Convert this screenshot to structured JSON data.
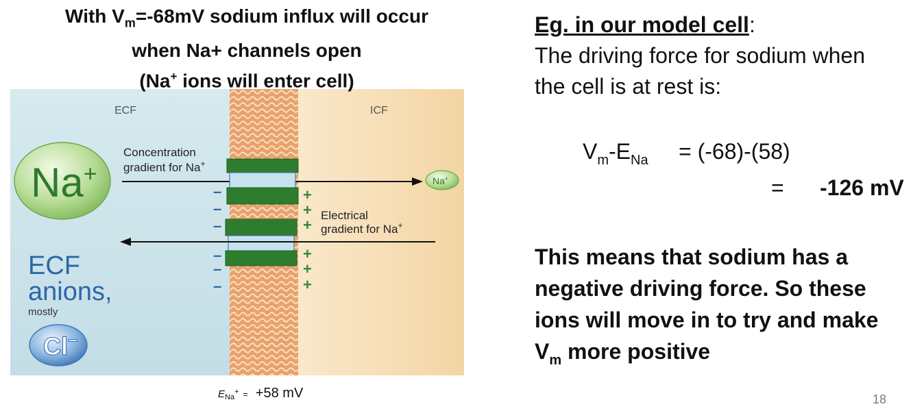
{
  "heading": {
    "line1_pre": "With V",
    "line1_sub": "m",
    "line1_post": "=-68mV sodium influx will occur",
    "line2": "when Na+ channels open",
    "line3_pre": "(Na",
    "line3_sup": "+",
    "line3_post": " ions will enter cell)"
  },
  "diagram": {
    "ecf_label": "ECF",
    "icf_label": "ICF",
    "na_big": "Na",
    "na_big_charge": "+",
    "na_small": "Na",
    "na_small_charge": "+",
    "conc_label_1": "Concentration",
    "conc_label_2": "gradient for Na",
    "conc_label_charge": "+",
    "elec_label_1": "Electrical",
    "elec_label_2": "gradient for Na",
    "elec_label_charge": "+",
    "anion_line1": "ECF",
    "anion_line2": "anions,",
    "anion_line3": "mostly",
    "cl_label": "Cl",
    "cl_charge": "–",
    "minus_sign": "–",
    "plus_sign": "+"
  },
  "footer": {
    "e_symbol": "E",
    "e_sub": "Na",
    "e_sup": "+",
    "e_equals": "=",
    "e_value": "+58 mV",
    "page_number": "18"
  },
  "right": {
    "eg_label": "Eg. in our model cell",
    "eg_colon": ":",
    "line1": "The driving force for sodium when",
    "line2": "the cell is at rest is:",
    "eq_v": "V",
    "eq_v_sub": "m",
    "eq_dash": "-E",
    "eq_e_sub": "Na",
    "eq_rhs": "= (-68)-(58)",
    "eq2_equals": "=",
    "eq2_result": "-126 mV",
    "conclusion_1": "This means that sodium has a",
    "conclusion_2": "negative driving force.  So these",
    "conclusion_3": "ions will move in to try and make",
    "conclusion_4_v": "V",
    "conclusion_4_sub": "m",
    "conclusion_4_post": " more positive"
  },
  "colors": {
    "ecf_bg": "#cfe4ea",
    "icf_bg": "#f7e1bd",
    "membrane": "#e8a26c",
    "channel_green": "#2e7d2e",
    "channel_pore": "#c6e2ee",
    "sign_green": "#2f8a3a",
    "anion_blue": "#2c67a8"
  }
}
